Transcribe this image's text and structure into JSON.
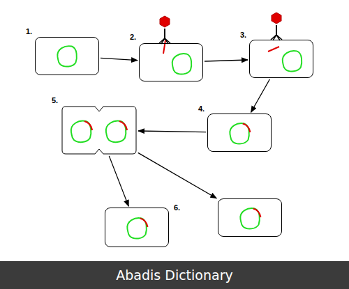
{
  "diagram": {
    "caption": "Abadis Dictionary",
    "nodes": [
      {
        "text": [
          "1."
        ]
      },
      {
        "text": [
          "2."
        ]
      },
      {
        "text": [
          "3."
        ]
      },
      {
        "text": [
          "4."
        ]
      },
      {
        "text": [
          "5."
        ]
      },
      {
        "text": []
      },
      {
        "text": [
          "6."
        ]
      }
    ],
    "edges": [
      {
        "from": 0,
        "to": 1,
        "arrow": "to"
      },
      {
        "from": 1,
        "to": 2,
        "arrow": "to"
      },
      {
        "from": 2,
        "to": 3,
        "arrow": "to"
      },
      {
        "from": 3,
        "to": 4,
        "arrow": "to"
      },
      {
        "from": 4,
        "to": 5,
        "arrow": "to"
      },
      {
        "from": 4,
        "to": 6,
        "arrow": "to"
      }
    ]
  }
}
